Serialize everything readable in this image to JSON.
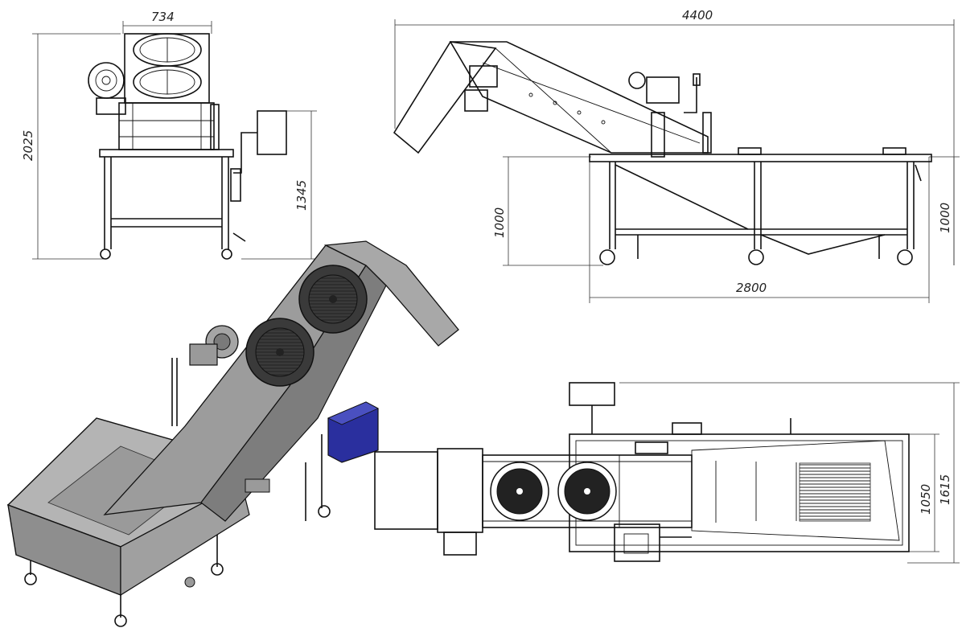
{
  "drawing": {
    "front_view": {
      "width_dim": "734",
      "height_dim": "2025",
      "side_height_dim": "1345"
    },
    "side_view": {
      "length_dim": "4400",
      "frame_length_dim": "2800",
      "left_height_dim": "1000",
      "right_height_dim": "1000"
    },
    "top_view": {
      "inner_width_dim": "1050",
      "outer_width_dim": "1615"
    },
    "colors": {
      "line": "#111111",
      "metal": "#8e8e8e",
      "motor_box": "#2a2f9e",
      "background": "#ffffff"
    }
  }
}
